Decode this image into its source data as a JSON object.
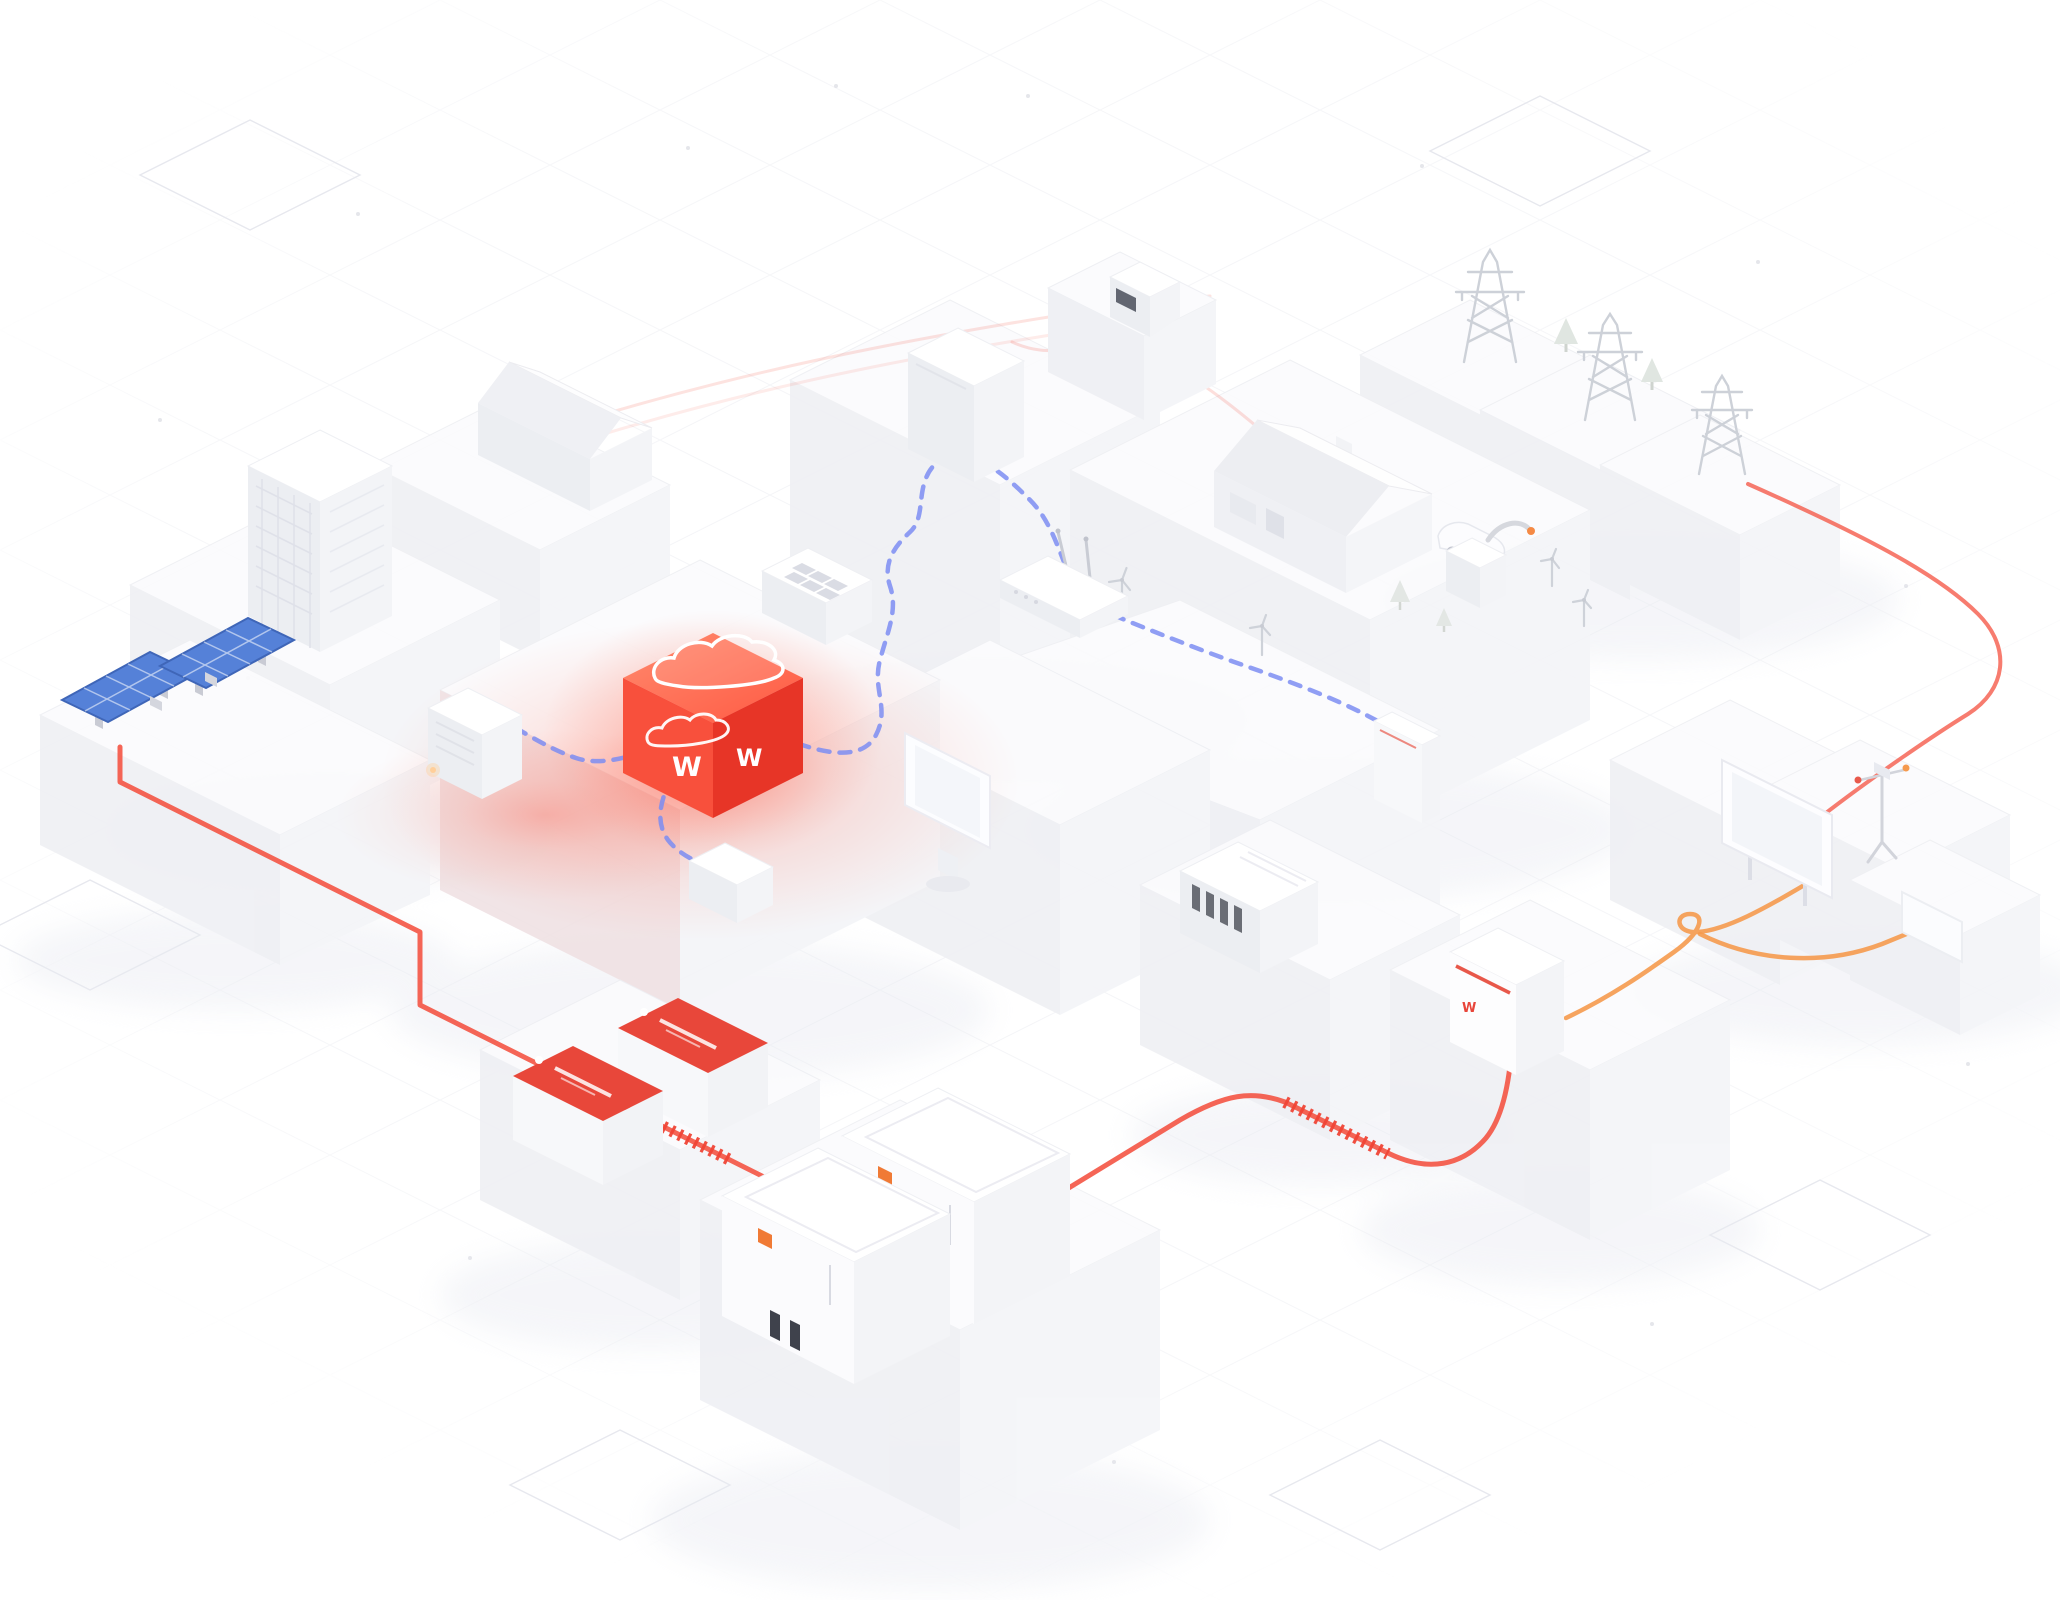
{
  "glyphs": {
    "cloud_logo_left": "W",
    "cloud_logo_right": "W",
    "battery_cabinet_logo": "W"
  },
  "colors": {
    "background": "#ffffff",
    "grid": "#e9eaef",
    "power_red": "#f4503f",
    "cube_red_dark": "#e73527",
    "cube_red_light": "#f8503c",
    "glow_red": "#ff5a40",
    "orange_line": "#f59a4e",
    "data_blue": "#7d8df2",
    "solar_blue": "#5581d8",
    "box_top": "#ffffff",
    "box_side": "#f3f4f7",
    "box_side_dark": "#eceef2",
    "slot_dark": "#3f424c",
    "logo_orange": "#f07a35"
  },
  "components": [
    "iso-grid",
    "office-building",
    "warehouse-building",
    "solar-array",
    "cloud-hub-cube",
    "server-cabinet",
    "control-panel",
    "tall-cabinet",
    "smart-meter",
    "desktop-monitor",
    "wifi-router",
    "house",
    "car",
    "ev-charger",
    "wind-turbine",
    "transmission-tower",
    "tree",
    "billboard-display",
    "weather-station",
    "wall-battery",
    "transformer",
    "battery-cabinet",
    "battery-module",
    "storage-cabinet",
    "power-line",
    "data-line",
    "coil"
  ]
}
